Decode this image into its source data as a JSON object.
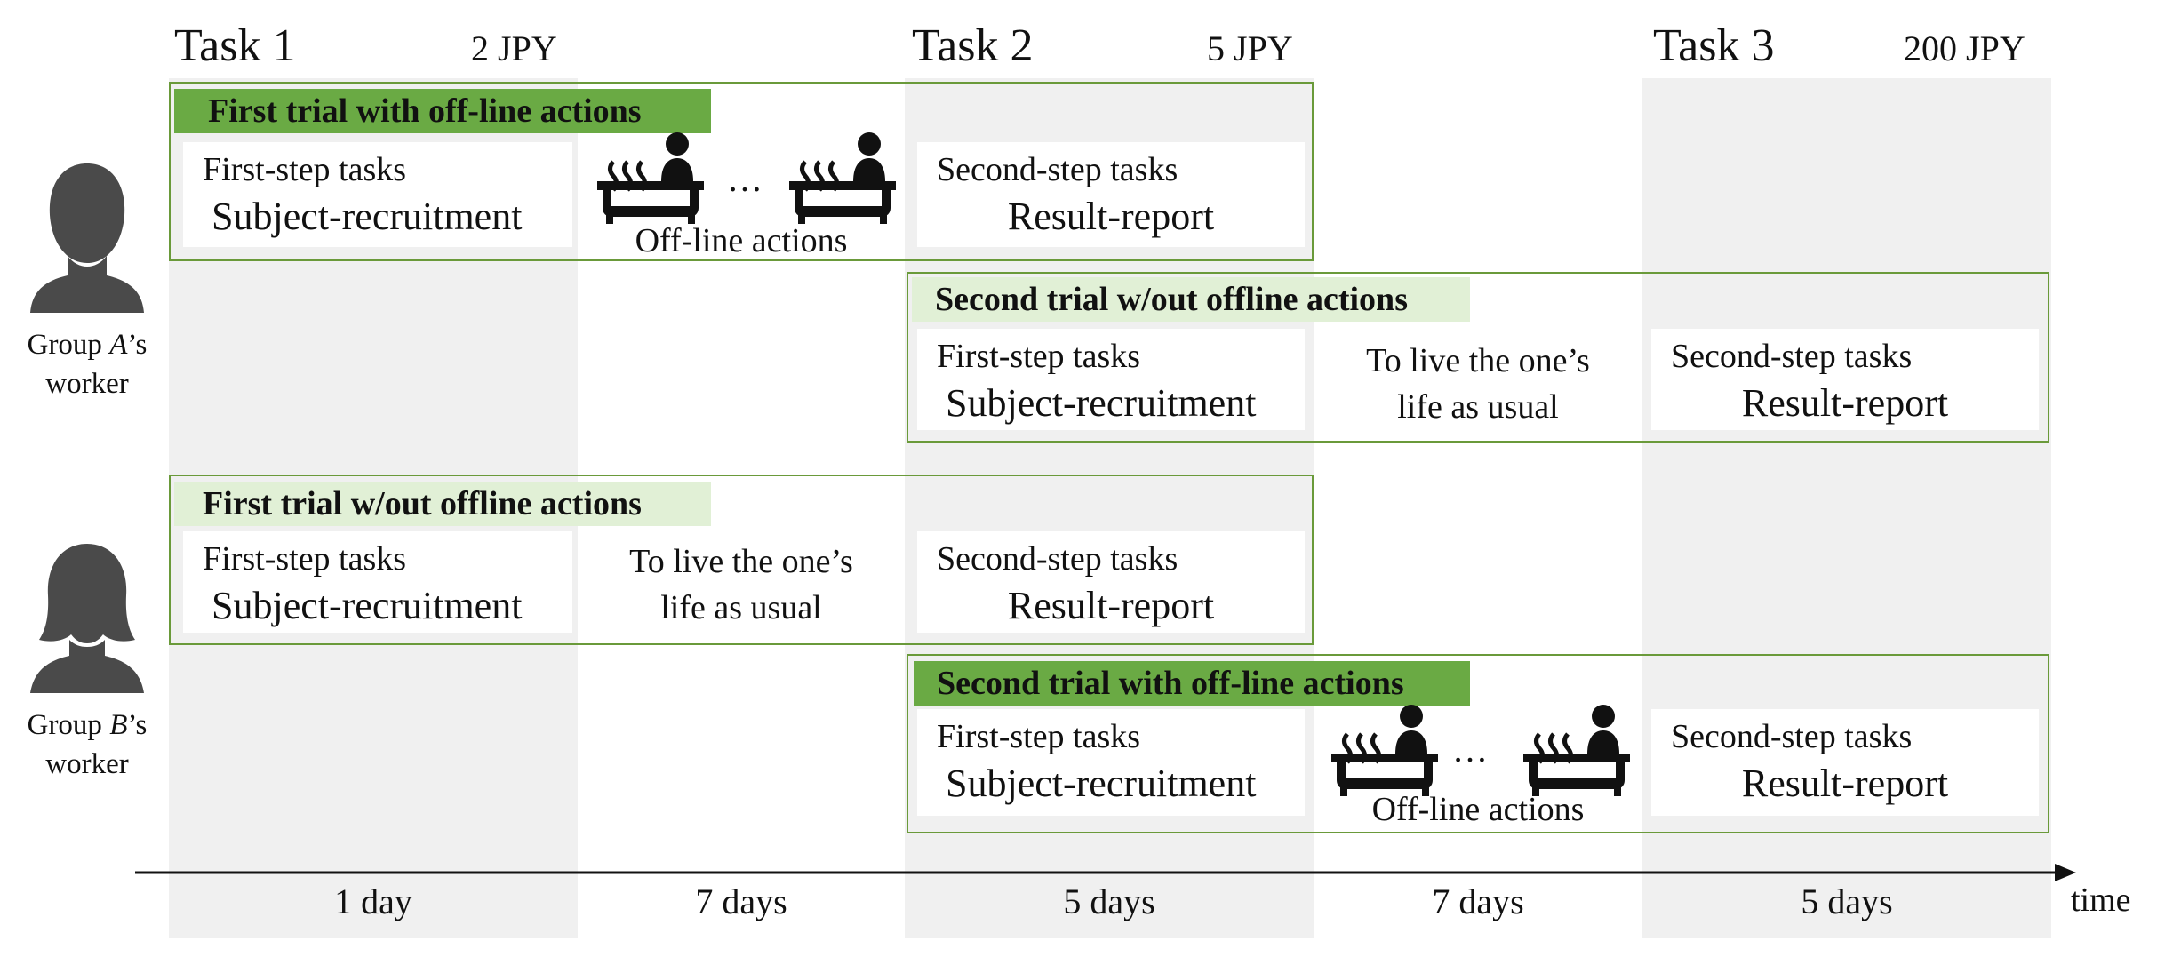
{
  "tasks": [
    {
      "label": "Task 1",
      "price": "2 JPY"
    },
    {
      "label": "Task 2",
      "price": "5 JPY"
    },
    {
      "label": "Task 3",
      "price": "200 JPY"
    }
  ],
  "groups": [
    {
      "label_prefix": "Group ",
      "letter": "A",
      "label_suffix": "’s",
      "label_line2": "worker"
    },
    {
      "label_prefix": "Group ",
      "letter": "B",
      "label_suffix": "’s",
      "label_line2": "worker"
    }
  ],
  "group_a": {
    "trial1": {
      "title": "First trial with off-line actions",
      "first_step": {
        "small": "First-step tasks",
        "big": "Subject-recruitment"
      },
      "offline_caption": "Off-line actions",
      "ellipsis": "…",
      "second_step": {
        "small": "Second-step tasks",
        "big": "Result-report"
      }
    },
    "trial2": {
      "title": "Second trial w/out offline actions",
      "first_step": {
        "small": "First-step tasks",
        "big": "Subject-recruitment"
      },
      "usual_line1": "To live the one’s",
      "usual_line2": "life as usual",
      "second_step": {
        "small": "Second-step tasks",
        "big": "Result-report"
      }
    }
  },
  "group_b": {
    "trial1": {
      "title": "First trial w/out offline actions",
      "first_step": {
        "small": "First-step tasks",
        "big": "Subject-recruitment"
      },
      "usual_line1": "To live the one’s",
      "usual_line2": "life as usual",
      "second_step": {
        "small": "Second-step tasks",
        "big": "Result-report"
      }
    },
    "trial2": {
      "title": "Second trial with off-line actions",
      "first_step": {
        "small": "First-step tasks",
        "big": "Subject-recruitment"
      },
      "offline_caption": "Off-line actions",
      "ellipsis": "…",
      "second_step": {
        "small": "Second-step tasks",
        "big": "Result-report"
      }
    }
  },
  "durations": [
    "1 day",
    "7 days",
    "5 days",
    "7 days",
    "5 days"
  ],
  "axis_label": "time",
  "colors": {
    "band": "#f0f0f0",
    "border_green": "#6a9a3a",
    "title_dark": "#6aaa44",
    "title_light": "#e1f0d6",
    "icon": "#111111",
    "silhouette": "#4a4a4a"
  },
  "icons": {
    "bath": "bathtub-person-icon",
    "person": "person-silhouette-icon"
  }
}
